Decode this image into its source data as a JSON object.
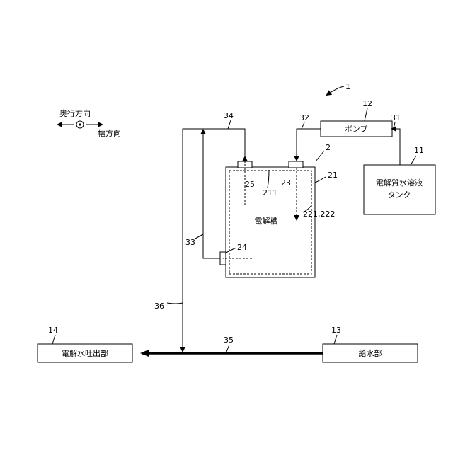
{
  "refs": {
    "system": "1",
    "electrolyzer": "2",
    "tank_box": "11",
    "pump_box": "12",
    "supply_box": "13",
    "outlet_box": "14",
    "tank_outer": "21",
    "inner_wall": "211",
    "electrodes": "221,222",
    "inlet_port": "23",
    "drain_port": "24",
    "outlet_port": "25",
    "pipe_31": "31",
    "pipe_32": "32",
    "pipe_33": "33",
    "pipe_34": "34",
    "pipe_35": "35",
    "pipe_36": "36"
  },
  "labels": {
    "pump": "ポンプ",
    "tank_line1": "電解質水溶液",
    "tank_line2": "タンク",
    "electrolyzer": "電解槽",
    "supply": "給水部",
    "outlet": "電解水吐出部"
  },
  "legend": {
    "depth": "奥行方向",
    "width": "幅方向"
  }
}
